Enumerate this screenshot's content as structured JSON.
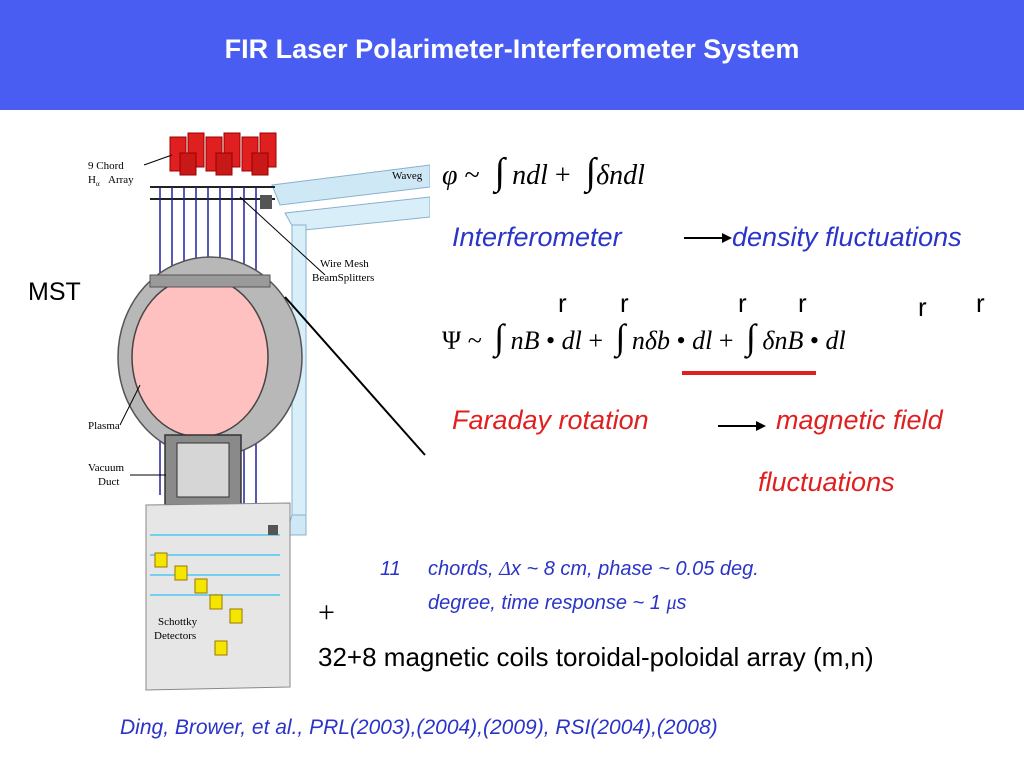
{
  "slide": {
    "title": "FIR Laser Polarimeter-Interferometer System",
    "mst_label": "MST"
  },
  "diagram": {
    "label_chord": "9  Chord",
    "label_array": "Array",
    "label_waveguide": "Waveg",
    "label_wire_mesh": "Wire Mesh",
    "label_beamsplitters": "BeamSplitters",
    "label_plasma": "Plasma",
    "label_vacuum": "Vacuum",
    "label_duct": "Duct",
    "label_schottky": "Schottky",
    "label_detectors": "Detectors"
  },
  "equation1": {
    "phi": "φ",
    "tilde": "~",
    "int1": "∫",
    "term1": "ndl",
    "plus": "+",
    "int2": "∫",
    "delta": "δ",
    "term2": "ndl"
  },
  "interferometer": {
    "label": "Interferometer",
    "result": "density fluctuations"
  },
  "equation2": {
    "vec_marks": [
      "r",
      "r",
      "r",
      "r",
      "r",
      "r"
    ],
    "psi": "Ψ",
    "tilde": "~",
    "integral": "∫",
    "t1": "nB",
    "t1b": "dl",
    "plus": "+",
    "t2a": "n",
    "t2d": "δ",
    "t2b": "b",
    "t2c": "dl",
    "t3d": "δ",
    "t3a": "nB",
    "t3b": "dl",
    "bullet": "•"
  },
  "faraday": {
    "label": "Faraday rotation",
    "result_line1": "magnetic field",
    "result_line2": "fluctuations"
  },
  "specs": {
    "number": "11",
    "line1_pre": "chords, ",
    "delta_symbol": "Δ",
    "line1_post": "x ~ 8 cm, phase ~ 0.05 deg.",
    "line2_pre": "degree, time response ~ 1 ",
    "mu": "μ",
    "line2_post": "s"
  },
  "plus_sign": "+",
  "coils": "32+8 magnetic coils toroidal-poloidal array (m,n)",
  "citation": "Ding, Brower, et al., PRL(2003),(2004),(2009), RSI(2004),(2008)",
  "colors": {
    "title_bar": "#4a5df2",
    "blue_text": "#2a34c8",
    "red_text": "#e02020",
    "plasma": "#ffc0c0",
    "detector": "#f5e600",
    "laser": "#e02020"
  }
}
